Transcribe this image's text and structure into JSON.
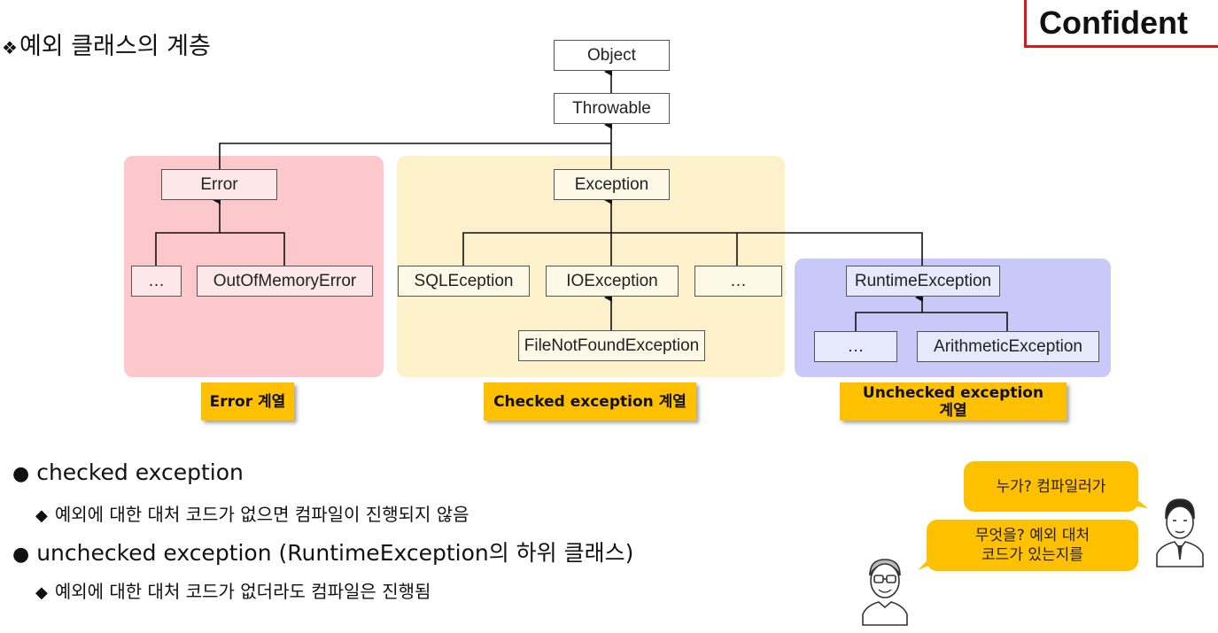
{
  "header": {
    "title_mark": "❖",
    "title": "예외 클래스의 계층",
    "brand": "Confident"
  },
  "diagram": {
    "nodes": {
      "object": "Object",
      "throwable": "Throwable",
      "error": "Error",
      "error_etc": "…",
      "oom": "OutOfMemoryError",
      "exception": "Exception",
      "sql": "SQLEception",
      "io": "IOException",
      "checked_etc": "…",
      "fnf": "FileNotFoundException",
      "runtime": "RuntimeException",
      "unchecked_etc": "…",
      "arith": "ArithmeticException"
    },
    "captions": {
      "error": "Error 계열",
      "checked": "Checked exception 계열",
      "unchecked": "Unchecked exception\n계열"
    }
  },
  "notes": {
    "items": [
      {
        "bullet": "●",
        "text": "checked exception"
      },
      {
        "bullet": "◆",
        "text": "예외에 대한 대처 코드가 없으면 컴파일이 진행되지 않음"
      },
      {
        "bullet": "●",
        "text": "unchecked exception (RuntimeException의 하위 클래스)"
      },
      {
        "bullet": "◆",
        "text": "예외에 대한 대처 코드가 없더라도 컴파일은 진행됨"
      }
    ]
  },
  "dialogue": {
    "bubble1": "누가? 컴파일러가",
    "bubble2": "무엇을? 예외 대처\n코드가 있는지를"
  },
  "colors": {
    "error_region": "#fcc8cb",
    "checked_region": "#fdf1cc",
    "unchecked_region": "#c9c9f9",
    "caption": "#ffc000",
    "brand_border": "#d8171c"
  }
}
